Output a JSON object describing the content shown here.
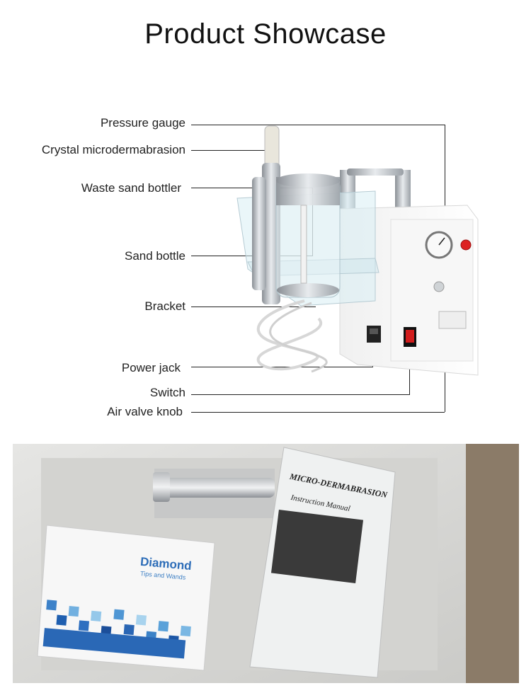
{
  "header": {
    "title": "Product Showcase"
  },
  "callouts": [
    "Pressure gauge",
    "Crystal microdermabrasion",
    "Waste sand bottler",
    "Sand bottle",
    "Bracket",
    "Power jack",
    "Switch",
    "Air valve knob"
  ],
  "package": {
    "box_brand": "Diamond",
    "box_subtitle": "Tips and Wands",
    "manual_title": "MICRO-DERMABRASION",
    "manual_subtitle": "Instruction Manual"
  }
}
